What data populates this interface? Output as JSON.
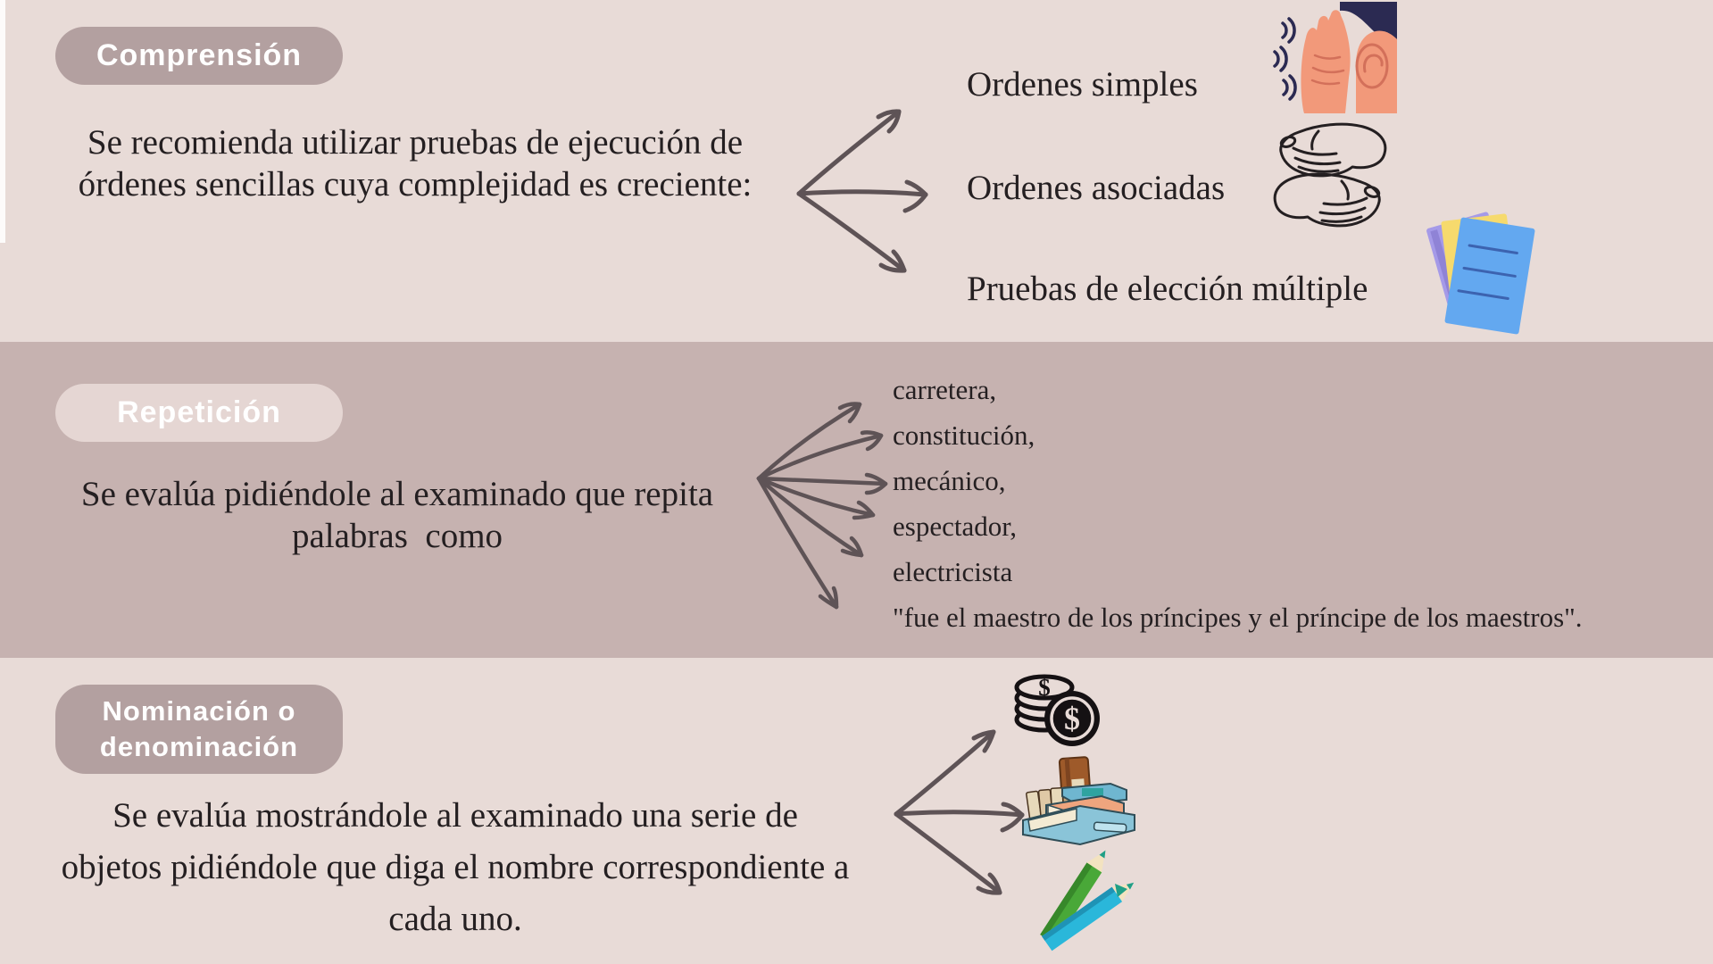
{
  "palette": {
    "background": "#e8dbd7",
    "band": "#c6b2b0",
    "pill_dark": "#b3a0a0",
    "pill_light": "#e5d6d3",
    "text": "#241f21",
    "arrow": "#5e5356",
    "document_blue": "#63a8f0",
    "document_yellow": "#f6da6d",
    "document_purple": "#a59ae8",
    "skin": "#f2997a",
    "hair_navy": "#2b2a52",
    "coin_black": "#151113",
    "pencil_green": "#49a838",
    "pencil_cyan": "#2ab7da"
  },
  "sections": {
    "comprension": {
      "pill": "Comprensión",
      "body_lines": [
        "Se recomienda utilizar pruebas de ejecución de",
        "órdenes sencillas cuya complejidad es creciente:"
      ],
      "items": [
        "Ordenes simples",
        "Ordenes asociadas",
        "Pruebas de elección múltiple"
      ],
      "icons": [
        "listening-ear",
        "gesturing-hands",
        "stacked-documents"
      ]
    },
    "repeticion": {
      "pill": "Repetición",
      "body_lines": [
        "Se evalúa pidiéndole al examinado que repita",
        "palabras  como"
      ],
      "words": [
        "carretera,",
        "constitución,",
        "mecánico,",
        "espectador,",
        "electricista"
      ],
      "quote": "\"fue el maestro de los príncipes y el príncipe de los maestros\"."
    },
    "nominacion": {
      "pill_lines": [
        "Nominación o",
        "denominación"
      ],
      "body_lines": [
        "Se evalúa mostrándole al examinado una serie de",
        "objetos pidiéndole que diga el nombre correspondiente a",
        "cada uno."
      ],
      "icons": [
        "coin-stack",
        "book-stack",
        "colored-pencils"
      ]
    }
  }
}
